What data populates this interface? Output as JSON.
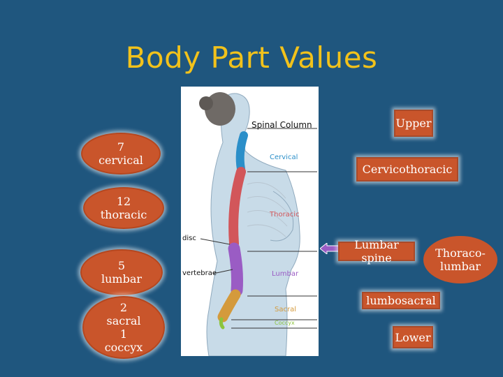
{
  "title": "Body Part Values",
  "left_ovals": [
    {
      "lines": [
        "7",
        "cervical"
      ]
    },
    {
      "lines": [
        "12",
        "thoracic"
      ]
    },
    {
      "lines": [
        "5",
        "lumbar"
      ]
    },
    {
      "lines": [
        "2",
        "sacral",
        "1",
        "coccyx"
      ]
    }
  ],
  "right_boxes": {
    "upper": "Upper",
    "cervicothoracic": "Cervicothoracic",
    "lumbar_spine": "Lumbar spine",
    "lumbosacral": "lumbosacral",
    "lower": "Lower"
  },
  "thoracolumbar": [
    "Thoraco-",
    "lumbar"
  ],
  "illustration": {
    "heading": "Spinal Column",
    "cervical": "Cervical",
    "thoracic": "Thoracic",
    "lumbar": "Lumbar",
    "sacral": "Sacral",
    "coccyx": "Coccyx",
    "disc": "disc",
    "vertebrae": "vertebrae"
  },
  "colors": {
    "background": "#1f567e",
    "title": "#f2c21b",
    "shape_fill": "#c9552b",
    "cervical": "#2b8fc9",
    "thoracic": "#d2565a",
    "lumbar": "#9a5cc4",
    "sacral": "#d49a3c",
    "coccyx": "#8cc43c"
  }
}
